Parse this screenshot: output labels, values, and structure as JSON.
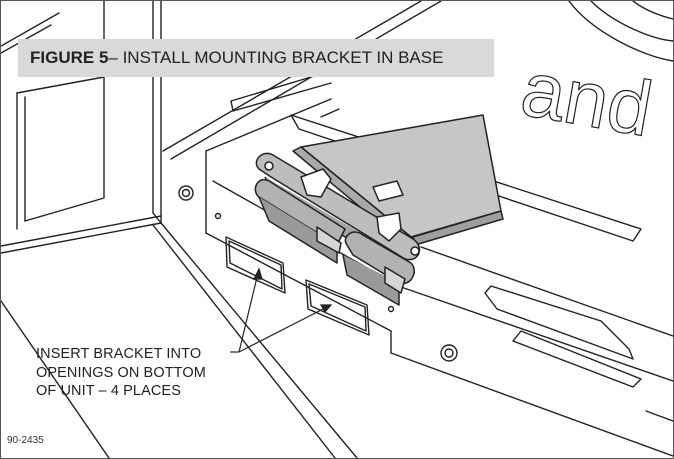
{
  "figure": {
    "title_bold": "FIGURE 5",
    "title_rest": " – INSTALL MOUNTING BRACKET IN BASE",
    "callout_lines": [
      "INSERT BRACKET INTO",
      "OPENINGS ON BOTTOM",
      "OF UNIT – 4 PLACES"
    ],
    "part_code": "90-2435",
    "logo_text": "and"
  },
  "colors": {
    "title_bg": "#d9d9d9",
    "line": "#222222",
    "bracket_fill": "#c6c6c6"
  }
}
